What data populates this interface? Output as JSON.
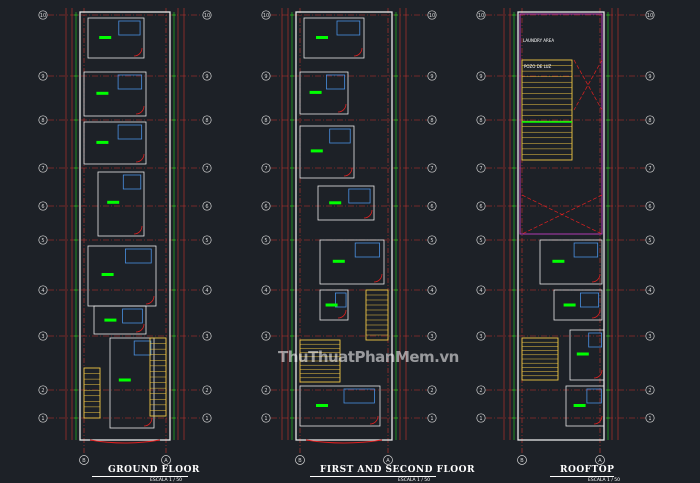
{
  "colors": {
    "background": "#1d2127",
    "grid_line": "#c8332e",
    "wall": "#e8e8e8",
    "furniture": "#4a90e2",
    "dimension": "#1fd61f",
    "door": "#e02020",
    "stair": "#f2c744",
    "axis_text": "#d8d8d8",
    "label": "#00ff00",
    "roof_outline": "#c040c0"
  },
  "axis_labels": [
    "10",
    "9",
    "8",
    "7",
    "6",
    "5",
    "4",
    "3",
    "2",
    "1"
  ],
  "column_labels": [
    "B",
    "A"
  ],
  "plans": [
    {
      "id": "ground",
      "title": "GROUND FLOOR",
      "scale": "ESCALA 1 / 50"
    },
    {
      "id": "first",
      "title": "FIRST AND SECOND FLOOR",
      "scale": "ESCALA 1 / 50"
    },
    {
      "id": "roof",
      "title": "ROOFTOP",
      "scale": "ESCALA 1 / 50"
    }
  ],
  "room_labels": {
    "laundry": "LAUNDRY AREA",
    "pozo": "POZO DE LUZ"
  },
  "watermark": "ThuThuatPhanMem.vn"
}
